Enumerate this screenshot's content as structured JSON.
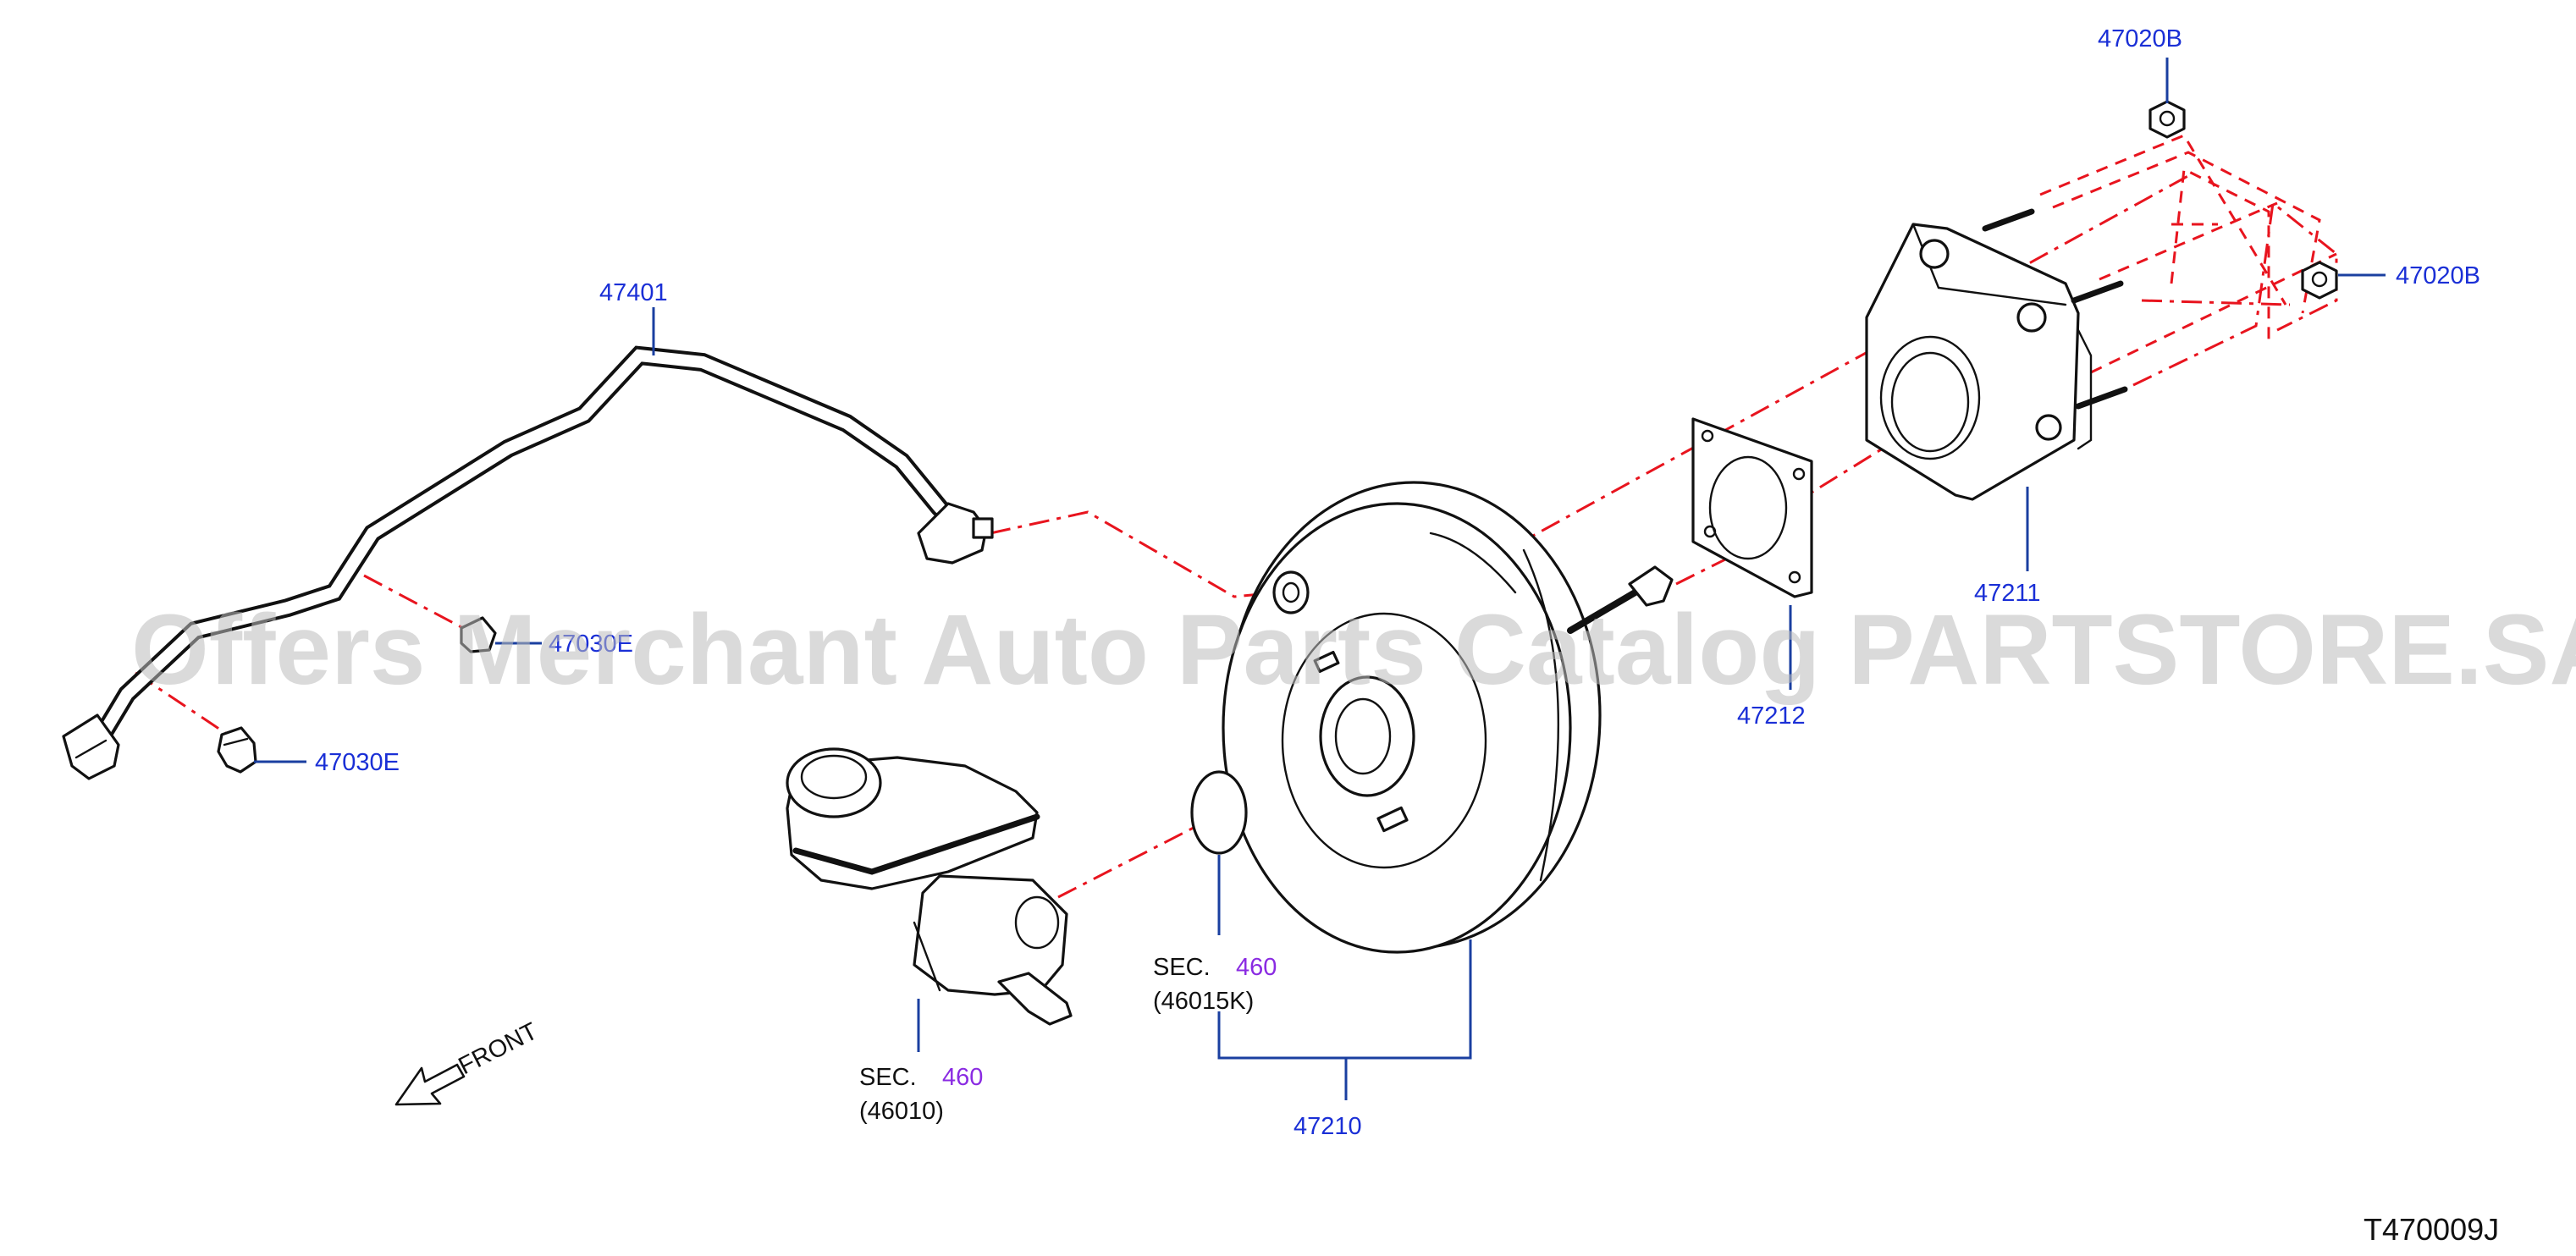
{
  "watermark": "Offers Merchant Auto Parts Catalog PARTSTORE.SA",
  "diagram_code": "T470009J",
  "direction_label": "FRONT",
  "callouts": {
    "vacuum_hose": "47401",
    "clip_upper": "47030E",
    "clip_lower": "47030E",
    "nut_top": "47020B",
    "nut_right": "47020B",
    "bracket": "47211",
    "gasket": "47212",
    "booster": "47210"
  },
  "sections": {
    "master_cyl": {
      "prefix": "SEC.",
      "num": "460",
      "ref": "(46010)"
    },
    "seal": {
      "prefix": "SEC.",
      "num": "460",
      "ref": "(46015K)"
    }
  },
  "colors": {
    "callout": "#1a2fd6",
    "section_number": "#8a2be2",
    "leader": "#1a3fa0",
    "dash_line": "#e8141e",
    "part_outline": "#111111"
  }
}
